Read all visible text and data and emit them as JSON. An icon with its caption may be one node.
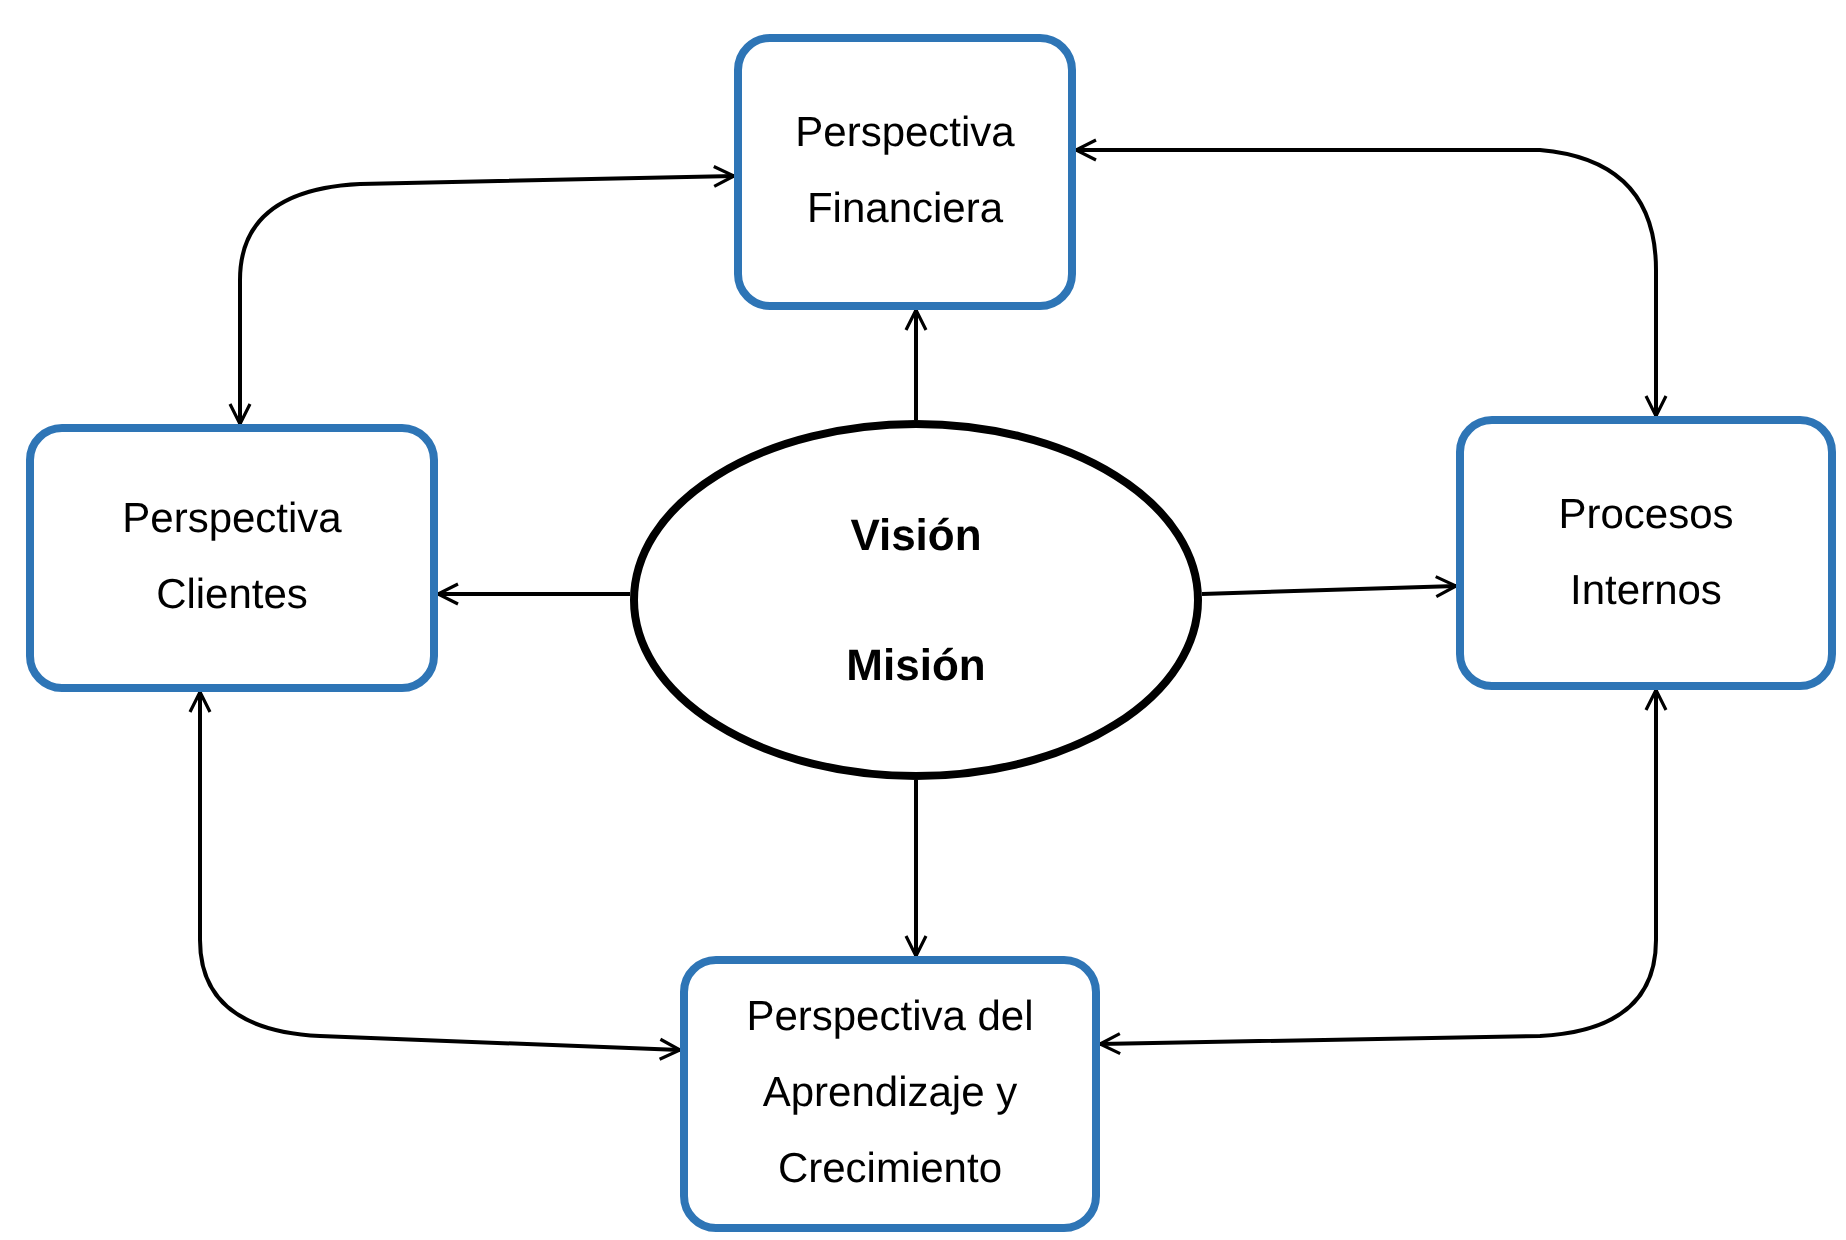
{
  "diagram": {
    "nodes": [
      {
        "text": [
          "Perspectiva Financiera"
        ]
      },
      {
        "text": [
          "Perspectiva Clientes"
        ]
      },
      {
        "text": [
          "Visión",
          "Misión"
        ]
      },
      {
        "text": [
          "Procesos Internos"
        ]
      },
      {
        "text": [
          "Perspectiva del Aprendizaje y Crecimiento"
        ]
      }
    ],
    "edges": [
      {
        "from": 1,
        "to": 0,
        "arrow": "both"
      },
      {
        "from": 0,
        "to": 3,
        "arrow": "both"
      },
      {
        "from": 2,
        "to": 0,
        "arrow": "to"
      },
      {
        "from": 2,
        "to": 1,
        "arrow": "to"
      },
      {
        "from": 2,
        "to": 3,
        "arrow": "to"
      },
      {
        "from": 2,
        "to": 4,
        "arrow": "to"
      },
      {
        "from": 1,
        "to": 4,
        "arrow": "both"
      },
      {
        "from": 3,
        "to": 4,
        "arrow": "both"
      }
    ]
  }
}
